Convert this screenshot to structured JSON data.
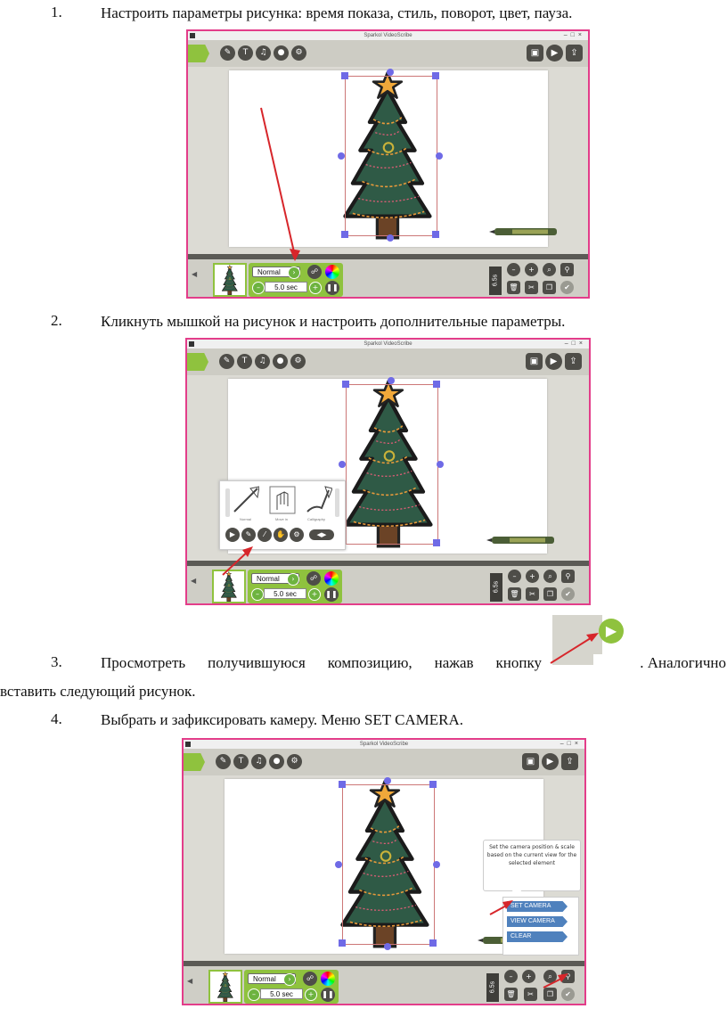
{
  "steps": [
    {
      "number": "1.",
      "text": "Настроить параметры рисунка: время показа, стиль, поворот, цвет, пауза."
    },
    {
      "number": "2.",
      "text": "Кликнуть мышкой на рисунок и настроить дополнительные параметры."
    },
    {
      "number": "3.",
      "text_before": "Просмотреть получившуюся композицию, нажав кнопку",
      "text_after": ". Аналогично",
      "text_cont": "вставить следующий рисунок."
    },
    {
      "number": "4.",
      "text": "Выбрать и зафиксировать камеру. Меню SET CAMERA."
    }
  ],
  "app": {
    "window_title": "Sparkol VideoScribe",
    "window_controls": "–□×",
    "mode_label": "Normal",
    "duration_label": "5.0 sec",
    "total_duration": "6.5s",
    "hand_labels": [
      "Normal",
      "Move in",
      "Calligraphy"
    ],
    "camera_menu": [
      "SET CAMERA",
      "VIEW CAMERA",
      "CLEAR"
    ],
    "camera_tooltip": "Set the camera position & scale based on the current view for the selected element"
  },
  "colors": {
    "accent_green": "#8fc23e",
    "frame_pink": "#e33d8a",
    "handle_blue": "#6f6ae6",
    "arrow_red": "#d7262b",
    "tree_green": "#2f5a46",
    "star": "#f0a83a",
    "menu_blue": "#4f81bd"
  },
  "icons": [
    "pencil-icon",
    "text-icon",
    "music-icon",
    "mic-icon",
    "gear-icon",
    "save-icon",
    "play-icon",
    "export-icon",
    "zoom-out-icon",
    "zoom-in-icon",
    "camera-icon",
    "delete-icon",
    "cut-icon",
    "copy-icon",
    "paste-icon",
    "color-wheel-icon",
    "pause-icon"
  ]
}
